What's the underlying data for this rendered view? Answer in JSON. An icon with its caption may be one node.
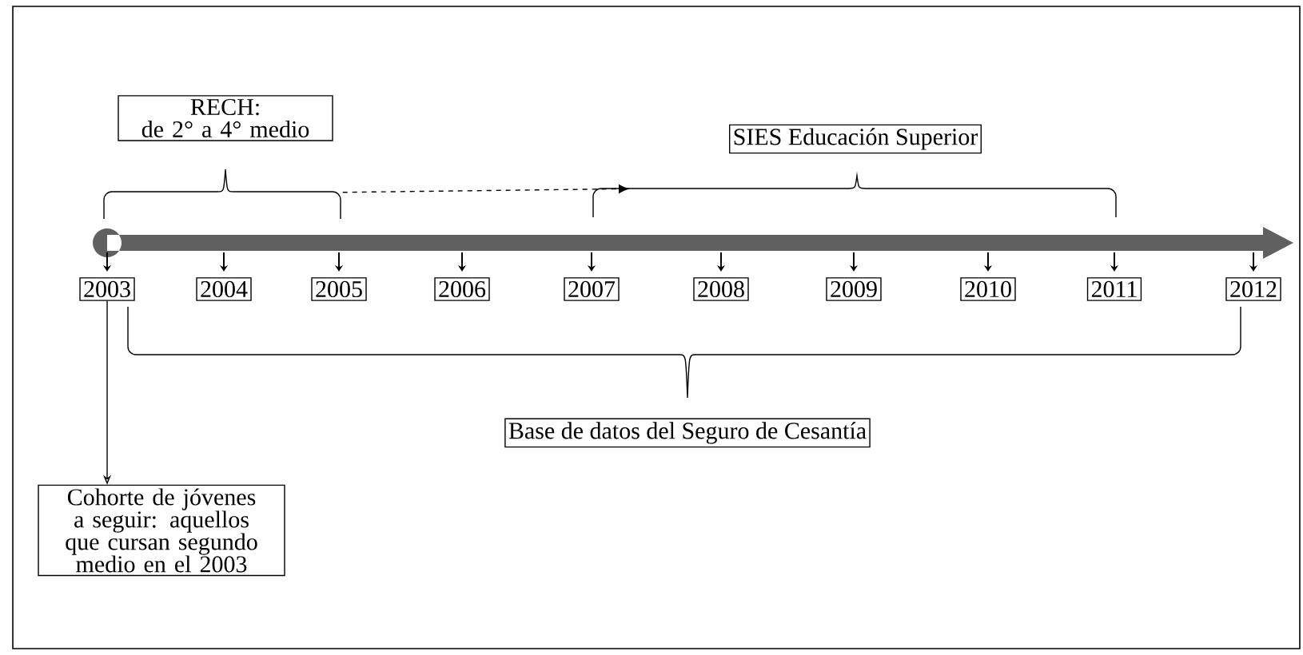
{
  "diagram": {
    "nodes": [
      {
        "text": [
          "RECH:",
          "de 2° a 4° medio"
        ]
      },
      {
        "text": [
          "SIES Educación Superior"
        ]
      },
      {
        "text": [
          "2003"
        ]
      },
      {
        "text": [
          "2004"
        ]
      },
      {
        "text": [
          "2005"
        ]
      },
      {
        "text": [
          "2006"
        ]
      },
      {
        "text": [
          "2007"
        ]
      },
      {
        "text": [
          "2008"
        ]
      },
      {
        "text": [
          "2009"
        ]
      },
      {
        "text": [
          "2010"
        ]
      },
      {
        "text": [
          "2011"
        ]
      },
      {
        "text": [
          "2012"
        ]
      },
      {
        "text": [
          "Base de datos del Seguro de Cesantía"
        ]
      },
      {
        "text": [
          "Cohorte de jóvenes a seguir: aquellos que cursan segundo medio en el 2003"
        ]
      }
    ],
    "edges": [
      {
        "from": 2,
        "to": 13,
        "arrow": "to"
      },
      {
        "from": 0,
        "to": 1,
        "arrow": "to",
        "style": "dashed"
      }
    ]
  }
}
